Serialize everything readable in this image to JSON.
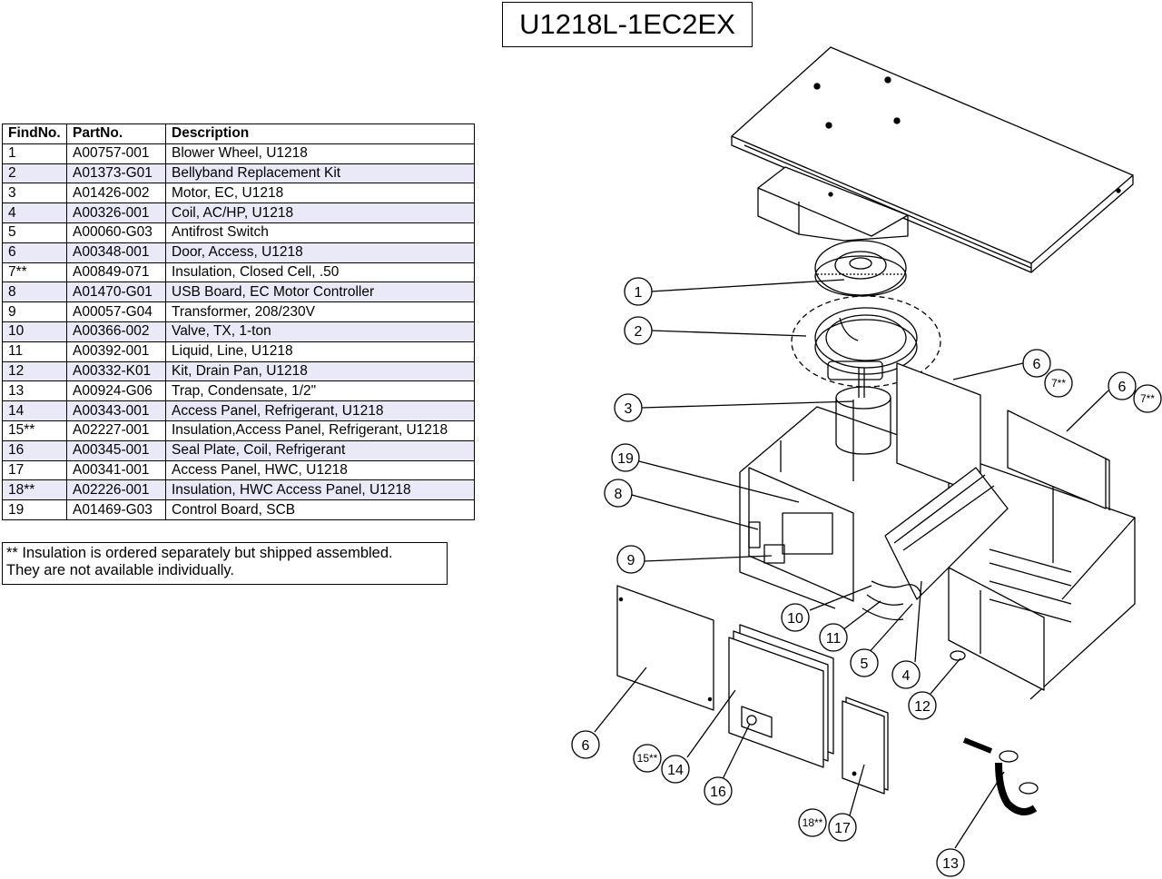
{
  "title": "U1218L-1EC2EX",
  "table": {
    "headers": [
      "FindNo.",
      "PartNo.",
      "Description"
    ],
    "rows": [
      [
        "1",
        "A00757-001",
        "Blower Wheel, U1218"
      ],
      [
        "2",
        "A01373-G01",
        "Bellyband Replacement Kit"
      ],
      [
        "3",
        "A01426-002",
        "Motor, EC, U1218"
      ],
      [
        "4",
        "A00326-001",
        "Coil, AC/HP, U1218"
      ],
      [
        "5",
        "A00060-G03",
        "Antifrost Switch"
      ],
      [
        "6",
        "A00348-001",
        "Door, Access, U1218"
      ],
      [
        "7**",
        "A00849-071",
        "Insulation, Closed Cell, .50"
      ],
      [
        "8",
        "A01470-G01",
        "USB Board, EC Motor Controller"
      ],
      [
        "9",
        "A00057-G04",
        "Transformer, 208/230V"
      ],
      [
        "10",
        "A00366-002",
        "Valve, TX, 1-ton"
      ],
      [
        "11",
        "A00392-001",
        "Liquid, Line, U1218"
      ],
      [
        "12",
        "A00332-K01",
        "Kit, Drain Pan, U1218"
      ],
      [
        "13",
        "A00924-G06",
        "Trap, Condensate, 1/2\""
      ],
      [
        "14",
        "A00343-001",
        "Access Panel, Refrigerant, U1218"
      ],
      [
        "15**",
        "A02227-001",
        "Insulation,Access Panel, Refrigerant, U1218"
      ],
      [
        "16",
        "A00345-001",
        "Seal Plate, Coil, Refrigerant"
      ],
      [
        "17",
        "A00341-001",
        "Access Panel, HWC, U1218"
      ],
      [
        "18**",
        "A02226-001",
        "Insulation, HWC Access Panel, U1218"
      ],
      [
        "19",
        "A01469-G03",
        "Control Board, SCB"
      ]
    ]
  },
  "note": {
    "line1": "** Insulation is ordered separately but shipped assembled.",
    "line2": "They are not available individually."
  },
  "callouts": [
    "1",
    "2",
    "3",
    "6",
    "7**",
    "6",
    "7**",
    "19",
    "8",
    "9",
    "10",
    "11",
    "5",
    "4",
    "12",
    "6",
    "15**",
    "14",
    "16",
    "18**",
    "17",
    "13"
  ]
}
